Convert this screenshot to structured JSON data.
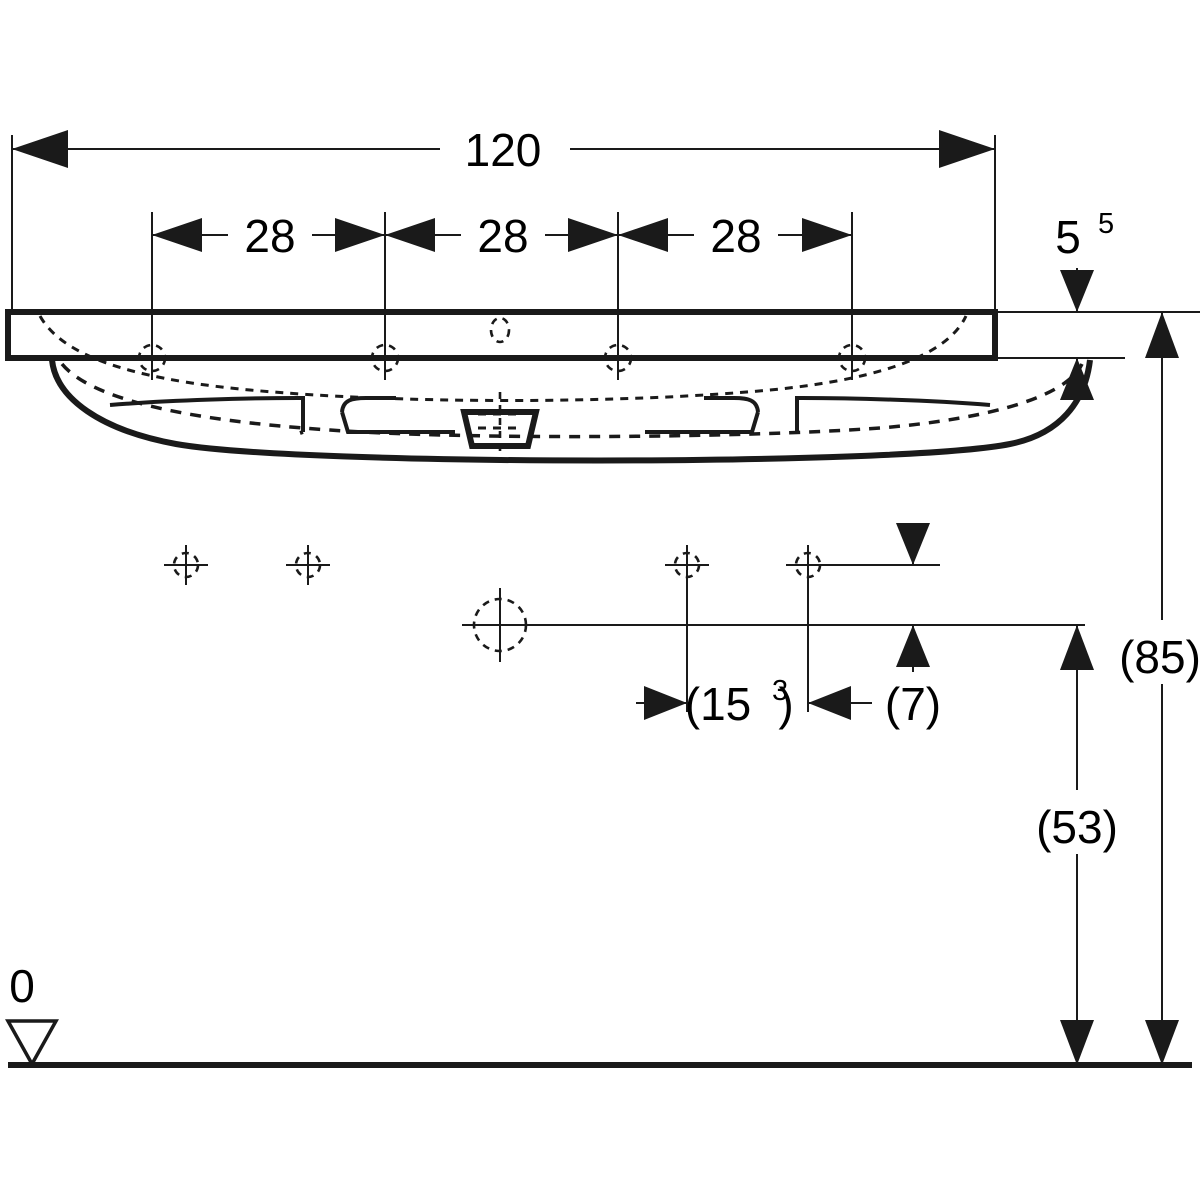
{
  "drawing": {
    "title": "Washbasin elevation dimension drawing",
    "units_note": "",
    "line_color": "#1a1a1a",
    "background_color": "#ffffff"
  },
  "dimensions": {
    "overall_width": "120",
    "tap_spacing_1": "28",
    "tap_spacing_2": "28",
    "tap_spacing_3": "28",
    "rim_thickness_value": "5",
    "rim_thickness_superscript": "5",
    "trap_offset_value": "(15",
    "trap_offset_superscript": "3",
    "trap_offset_close": ")",
    "waste_offset": "(7)",
    "mounting_height": "(85)",
    "drain_height": "(53)",
    "floor_datum": "0"
  },
  "labels": {
    "datum_symbol": "finished-floor-level-triangle"
  }
}
